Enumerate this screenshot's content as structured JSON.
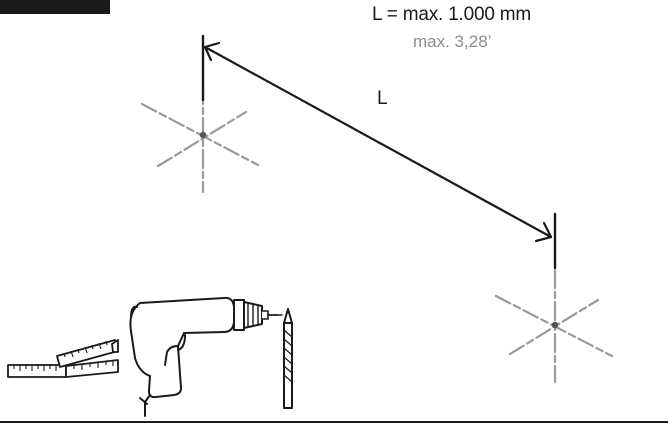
{
  "specs": {
    "max_length_metric": "L = max. 1.000 mm",
    "max_length_imperial": "max. 3,28’"
  },
  "dimension": {
    "label": "L"
  },
  "icons": {
    "mark_left": "crosshair-drill-mark-icon",
    "mark_right": "crosshair-drill-mark-icon",
    "tools": [
      "folding-ruler-icon",
      "power-drill-icon",
      "drill-bit-icon"
    ]
  },
  "colors": {
    "ink": "#1a1a1a",
    "muted_text": "#8c8c8c",
    "mark_gray": "#9a9a9a"
  }
}
